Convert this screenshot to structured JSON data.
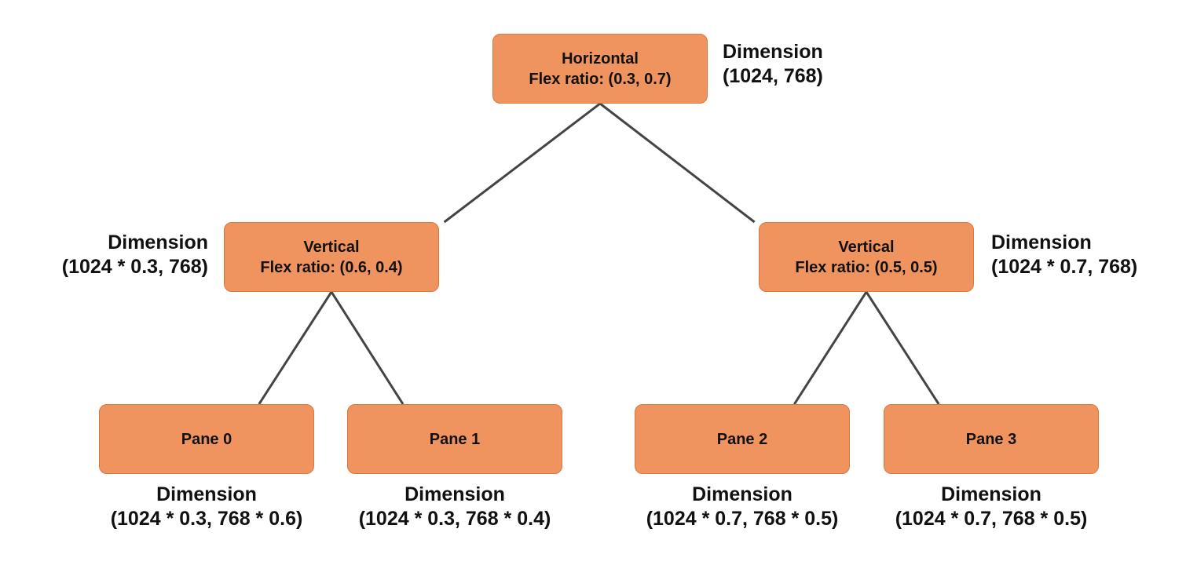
{
  "colors": {
    "node_fill": "#F0945F",
    "node_border": "#D9773F",
    "edge": "#444444",
    "text": "#111111"
  },
  "nodes": {
    "root": {
      "line1": "Horizontal",
      "line2": "Flex ratio: (0.3, 0.7)"
    },
    "left_vertical": {
      "line1": "Vertical",
      "line2": "Flex ratio: (0.6, 0.4)"
    },
    "right_vertical": {
      "line1": "Vertical",
      "line2": "Flex ratio: (0.5, 0.5)"
    },
    "pane0": {
      "label": "Pane 0"
    },
    "pane1": {
      "label": "Pane 1"
    },
    "pane2": {
      "label": "Pane 2"
    },
    "pane3": {
      "label": "Pane 3"
    }
  },
  "dimensions": {
    "root": {
      "title": "Dimension",
      "value": "(1024, 768)"
    },
    "left_vertical": {
      "title": "Dimension",
      "value": "(1024 * 0.3, 768)"
    },
    "right_vertical": {
      "title": "Dimension",
      "value": "(1024 * 0.7, 768)"
    },
    "pane0": {
      "title": "Dimension",
      "value": "(1024 * 0.3, 768 * 0.6)"
    },
    "pane1": {
      "title": "Dimension",
      "value": "(1024 * 0.3, 768 * 0.4)"
    },
    "pane2": {
      "title": "Dimension",
      "value": "(1024 * 0.7, 768 * 0.5)"
    },
    "pane3": {
      "title": "Dimension",
      "value": "(1024 * 0.7, 768 * 0.5)"
    }
  },
  "edges": [
    {
      "from": "root",
      "to": "left_vertical"
    },
    {
      "from": "root",
      "to": "right_vertical"
    },
    {
      "from": "left_vertical",
      "to": "pane0"
    },
    {
      "from": "left_vertical",
      "to": "pane1"
    },
    {
      "from": "right_vertical",
      "to": "pane2"
    },
    {
      "from": "right_vertical",
      "to": "pane3"
    }
  ]
}
